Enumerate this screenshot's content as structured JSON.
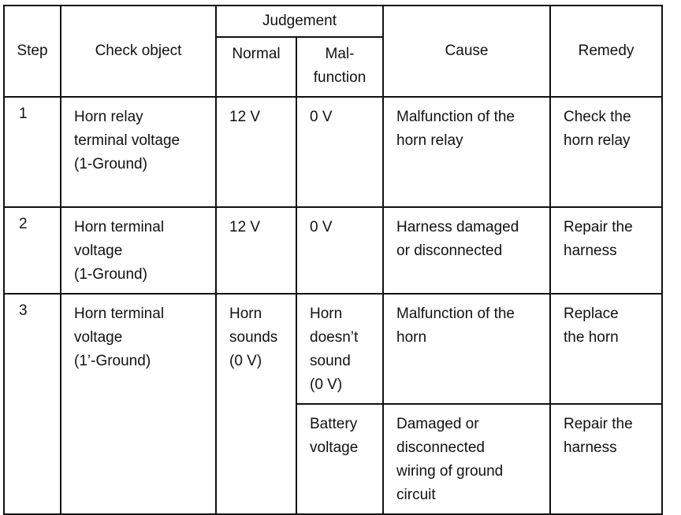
{
  "headers": {
    "step": "Step",
    "check_object": "Check object",
    "judgement": "Judgement",
    "normal": "Normal",
    "malfunction": [
      "Mal-",
      "function"
    ],
    "cause": "Cause",
    "remedy": "Remedy"
  },
  "rows": [
    {
      "step": "1",
      "check_object": [
        "Horn relay",
        "terminal voltage",
        "(1-Ground)"
      ],
      "normal": [
        "12 V"
      ],
      "malfunction": [
        "0 V"
      ],
      "cause": [
        "Malfunction of the",
        "horn relay"
      ],
      "remedy": [
        "Check the",
        "horn relay"
      ]
    },
    {
      "step": "2",
      "check_object": [
        "Horn terminal",
        "voltage",
        "(1-Ground)"
      ],
      "normal": [
        "12 V"
      ],
      "malfunction": [
        "0 V"
      ],
      "cause": [
        "Harness damaged",
        "or disconnected"
      ],
      "remedy": [
        "Repair the",
        "harness"
      ]
    },
    {
      "step": "3",
      "check_object": [
        "Horn terminal",
        "voltage",
        "(1’-Ground)"
      ],
      "normal": [
        "Horn",
        "sounds",
        "(0 V)"
      ],
      "malfunction": [
        "Horn",
        "doesn’t",
        "sound",
        "(0 V)"
      ],
      "cause": [
        "Malfunction of the",
        "horn"
      ],
      "remedy": [
        "Replace",
        "the horn"
      ]
    },
    {
      "malfunction": [
        "Battery",
        "voltage"
      ],
      "cause": [
        "Damaged or",
        "disconnected",
        "wiring of ground",
        "circuit"
      ],
      "remedy": [
        "Repair the",
        "harness"
      ]
    }
  ]
}
